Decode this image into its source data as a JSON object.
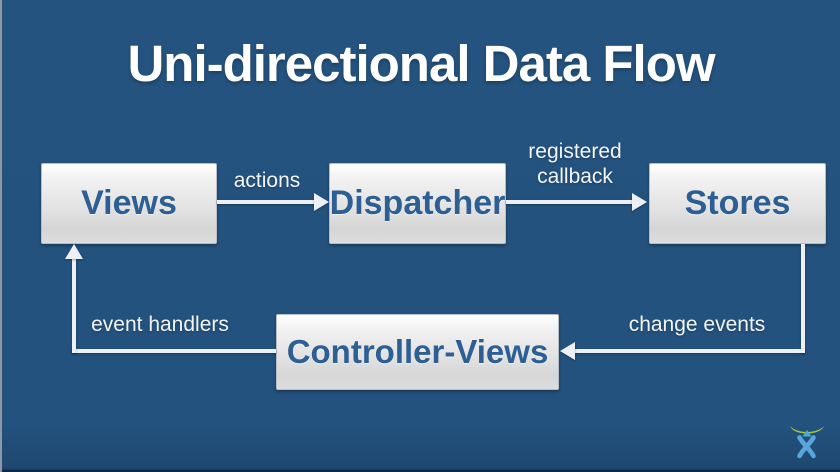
{
  "slide": {
    "title": "Uni-directional Data Flow"
  },
  "diagram": {
    "nodes": [
      {
        "id": "views",
        "label": "Views"
      },
      {
        "id": "dispatcher",
        "label": "Dispatcher"
      },
      {
        "id": "stores",
        "label": "Stores"
      },
      {
        "id": "controller-views",
        "label": "Controller-Views"
      }
    ],
    "edges": [
      {
        "from": "views",
        "to": "dispatcher",
        "label": "actions"
      },
      {
        "from": "dispatcher",
        "to": "stores",
        "label": "registered callback"
      },
      {
        "from": "stores",
        "to": "controller-views",
        "label": "change events"
      },
      {
        "from": "controller-views",
        "to": "views",
        "label": "event handlers"
      }
    ]
  },
  "logo": {
    "name": "atlassian-logo",
    "colors": {
      "arc_green": "#9FC83C",
      "figure_blue": "#58A7DC"
    }
  },
  "colors": {
    "background": "#23527E",
    "title_text": "#FFFFFF",
    "node_text": "#2D5F92",
    "node_fill_top": "#FFFFFF",
    "node_fill_bottom": "#DCDCDC",
    "edge_line": "#EDF1F6",
    "edge_label_text": "#F3F5F8"
  }
}
